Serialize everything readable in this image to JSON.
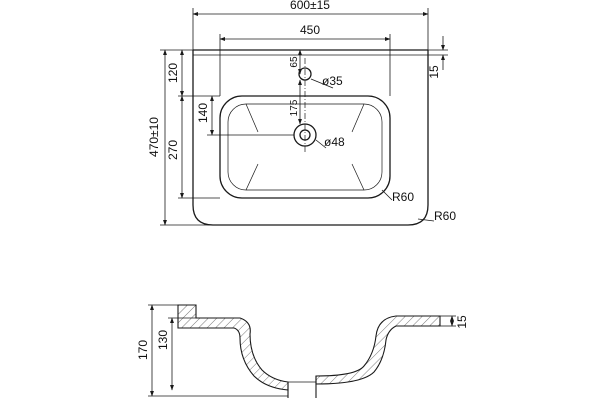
{
  "top_view": {
    "width_total": "600±15",
    "width_bowl": "450",
    "depth_total": "470±10",
    "rear_ledge": "120",
    "bowl_depth": "270",
    "drain_offset": "140",
    "tap_offset": "65",
    "tap_to_drain": "175",
    "tap_hole": "ø35",
    "drain_hole": "ø48",
    "bowl_radius": "R60",
    "outer_radius": "R60",
    "edge_height": "15"
  },
  "side_view": {
    "total_height": "170",
    "bowl_height": "130",
    "rim_height": "15"
  },
  "colors": {
    "line": "#1a1a1a",
    "background": "#ffffff"
  }
}
